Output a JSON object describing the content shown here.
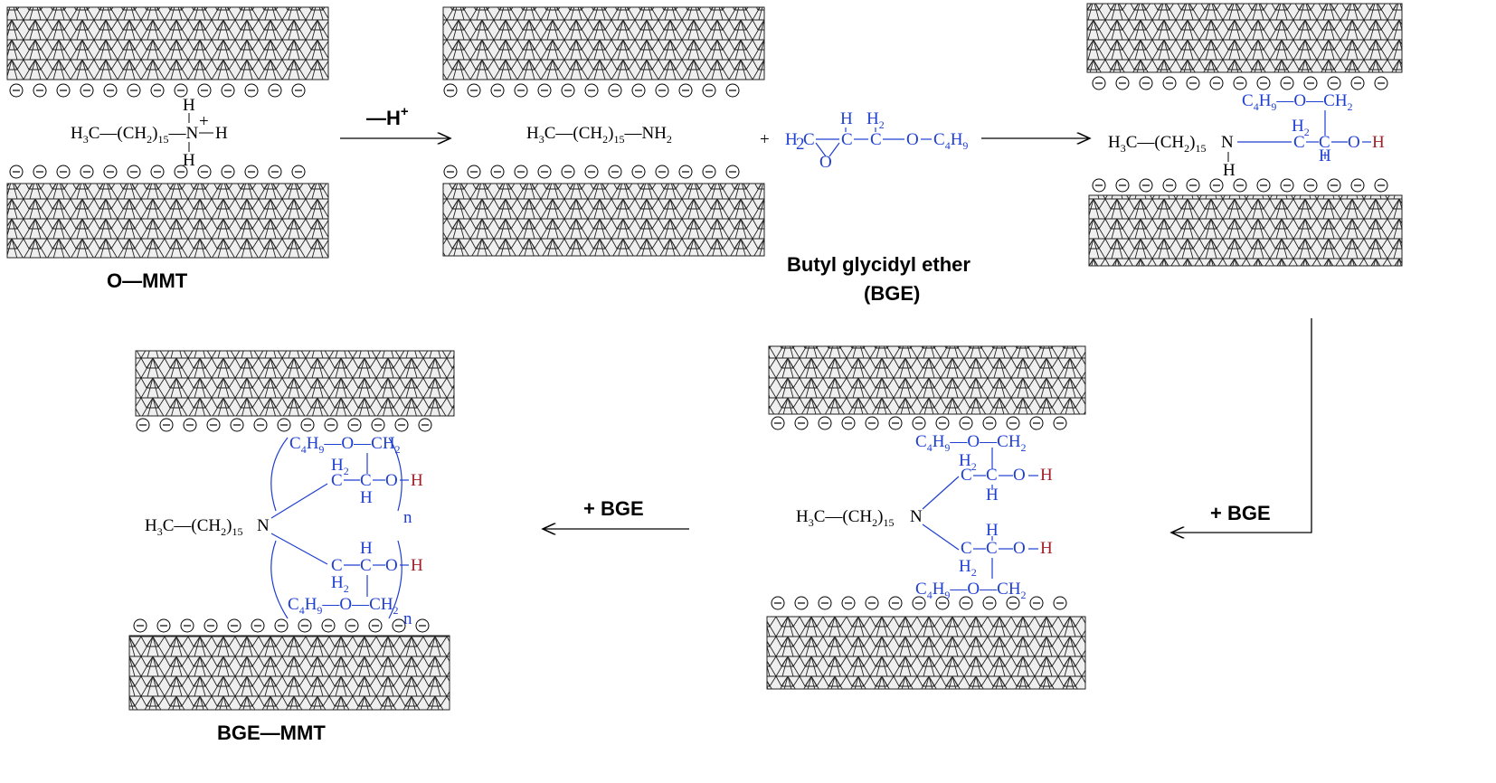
{
  "colors": {
    "black": "#000000",
    "blue": "#1f3fd0",
    "red": "#a0202a",
    "slab_fill": "#e9e9e9"
  },
  "labels": {
    "o_mmt": "O—MMT",
    "bge_mmt": "BGE—MMT",
    "bge_name": "Butyl glycidyl ether",
    "bge_abbr": "(BGE)"
  },
  "arrows": {
    "deprotonation": "—H",
    "deprotonation_sup": "+",
    "add_bge_right": "+ BGE",
    "add_bge_left": "+ BGE"
  },
  "plus_sign": "+",
  "chem": {
    "h3c": "H",
    "h3c_sub": "3",
    "c_paren": "C—(CH",
    "ch2_sub": "2",
    "paren15": ")",
    "sub15": "15",
    "n": "N",
    "h": "H",
    "nh2": "—NH",
    "plus_charge": "+",
    "c4h9": "C",
    "c4_sub": "4",
    "h9": "H",
    "h9_sub": "9",
    "och2": "—O—CH",
    "h2": "H",
    "h2_sub": "2",
    "c": "C",
    "oh": "—O—",
    "o": "O",
    "n_rep": "n",
    "minus": "⊖"
  }
}
